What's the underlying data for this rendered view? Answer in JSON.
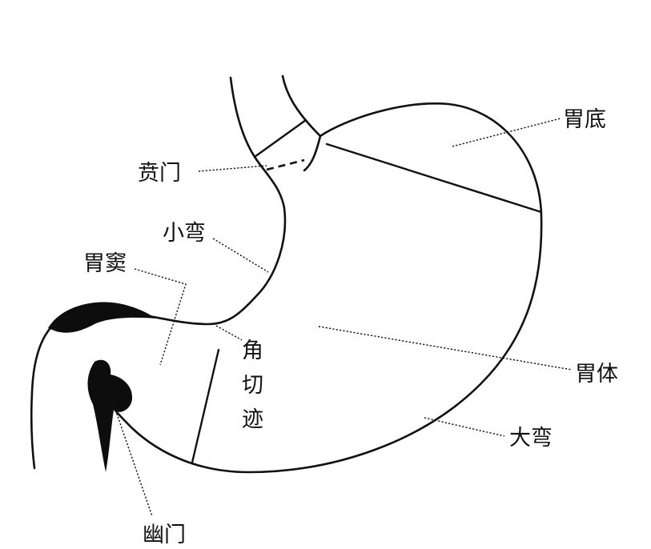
{
  "labels": {
    "fundus": "胃底",
    "cardia": "贲门",
    "lesser_curvature": "小弯",
    "antrum": "胃窦",
    "angular_incisure": [
      "角",
      "切",
      "迹"
    ],
    "body": "胃体",
    "greater_curvature": "大弯",
    "pylorus": "幽门"
  },
  "colors": {
    "line": "#111111",
    "background": "#ffffff"
  }
}
